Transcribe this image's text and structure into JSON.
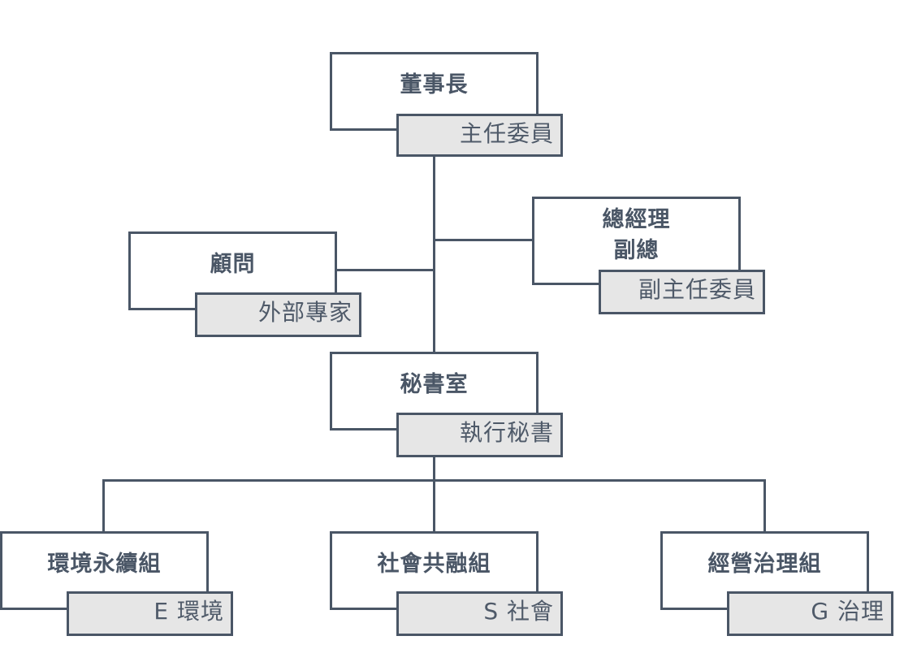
{
  "chairman": {
    "title": "董事長",
    "role": "主任委員"
  },
  "gm": {
    "title_line1": "總經理",
    "title_line2": "副總",
    "role": "副主任委員"
  },
  "advisor": {
    "title": "顧問",
    "role": "外部專家"
  },
  "secretariat": {
    "title": "秘書室",
    "role": "執行秘書"
  },
  "groups": [
    {
      "title": "環境永續組",
      "tag": "E 環境"
    },
    {
      "title": "社會共融組",
      "tag": "S 社會"
    },
    {
      "title": "經營治理組",
      "tag": "G 治理"
    }
  ],
  "colors": {
    "line": "#4a5666",
    "sub_fill": "#e6e6e6",
    "text": "#4a5666"
  }
}
